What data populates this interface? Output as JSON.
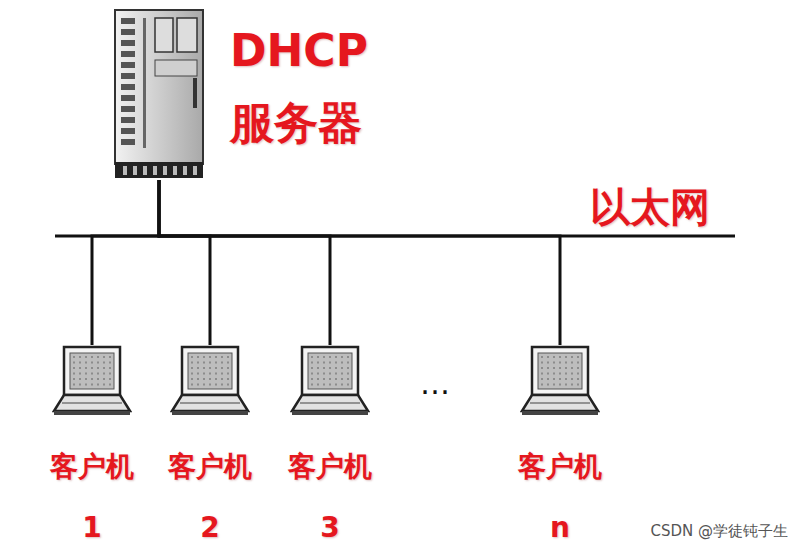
{
  "diagram": {
    "nodes": [
      {
        "text": [
          "DHCP 服务器"
        ]
      },
      {
        "text": [
          "客户机",
          "1"
        ]
      },
      {
        "text": [
          "客户机",
          "2"
        ]
      },
      {
        "text": [
          "客户机",
          "3"
        ]
      },
      {
        "text": [
          "客户机",
          "n"
        ]
      }
    ],
    "edges": [
      {
        "from": 0,
        "to": 1,
        "arrow": "none"
      },
      {
        "from": 0,
        "to": 2,
        "arrow": "none"
      },
      {
        "from": 0,
        "to": 3,
        "arrow": "none"
      },
      {
        "from": 0,
        "to": 4,
        "arrow": "none"
      }
    ],
    "labels": [
      "以太网",
      "…",
      "CSDN @学徒钝子生"
    ]
  }
}
